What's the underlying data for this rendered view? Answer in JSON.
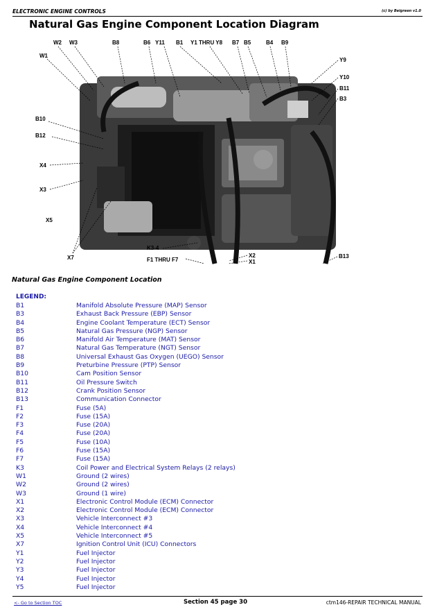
{
  "header": {
    "section": "ELECTRONIC ENGINE CONTROLS",
    "credit": "(c) by Beigreen v1.0"
  },
  "title": "Natural Gas Engine Component Location Diagram",
  "callouts": [
    "W2",
    "W3",
    "W1",
    "B8",
    "B6",
    "Y11",
    "B1",
    "Y1 THRU Y8",
    "B7",
    "B5",
    "B4",
    "B9",
    "Y9",
    "Y10",
    "B11",
    "B3",
    "B10",
    "B12",
    "X4",
    "X3",
    "X5",
    "X7",
    "K3-4",
    "F1 THRU F7",
    "X2",
    "X1",
    "B13"
  ],
  "caption": "Natural Gas Engine Component Location",
  "legend": {
    "heading": "LEGEND:",
    "items": [
      {
        "code": "B1",
        "desc": "Manifold Absolute Pressure (MAP) Sensor"
      },
      {
        "code": "B3",
        "desc": "Exhaust Back Pressure (EBP) Sensor"
      },
      {
        "code": "B4",
        "desc": "Engine Coolant Temperature (ECT) Sensor"
      },
      {
        "code": "B5",
        "desc": "Natural Gas Pressure (NGP) Sensor"
      },
      {
        "code": "B6",
        "desc": "Manifold Air Temperature (MAT) Sensor"
      },
      {
        "code": "B7",
        "desc": "Natural Gas Temperature (NGT) Sensor"
      },
      {
        "code": "B8",
        "desc": "Universal Exhaust Gas Oxygen (UEGO) Sensor"
      },
      {
        "code": "B9",
        "desc": "Preturbine Pressure (PTP) Sensor"
      },
      {
        "code": "B10",
        "desc": "Cam Position Sensor"
      },
      {
        "code": "B11",
        "desc": "Oil Pressure Switch"
      },
      {
        "code": "B12",
        "desc": "Crank Position Sensor"
      },
      {
        "code": "B13",
        "desc": "Communication Connector"
      },
      {
        "code": "F1",
        "desc": "Fuse (5A)"
      },
      {
        "code": "F2",
        "desc": "Fuse (15A)"
      },
      {
        "code": "F3",
        "desc": "Fuse (20A)"
      },
      {
        "code": "F4",
        "desc": "Fuse (20A)"
      },
      {
        "code": "F5",
        "desc": "Fuse (10A)"
      },
      {
        "code": "F6",
        "desc": "Fuse (15A)"
      },
      {
        "code": "F7",
        "desc": "Fuse (15A)"
      },
      {
        "code": "K3",
        "desc": "Coil Power and Electrical System Relays (2 relays)"
      },
      {
        "code": "W1",
        "desc": "Ground (2 wires)"
      },
      {
        "code": "W2",
        "desc": "Ground (2 wires)"
      },
      {
        "code": "W3",
        "desc": "Ground (1 wire)"
      },
      {
        "code": "X1",
        "desc": "Electronic Control Module (ECM) Connector"
      },
      {
        "code": "X2",
        "desc": "Electronic Control Module (ECM) Connector"
      },
      {
        "code": "X3",
        "desc": "Vehicle Interconnect #3"
      },
      {
        "code": "X4",
        "desc": "Vehicle Interconnect #4"
      },
      {
        "code": "X5",
        "desc": "Vehicle Interconnect #5"
      },
      {
        "code": "X7",
        "desc": "Ignition Control Unit (ICU) Connectors"
      },
      {
        "code": "Y1",
        "desc": "Fuel Injector"
      },
      {
        "code": "Y2",
        "desc": "Fuel Injector"
      },
      {
        "code": "Y3",
        "desc": "Fuel Injector"
      },
      {
        "code": "Y4",
        "desc": "Fuel Injector"
      },
      {
        "code": "Y5",
        "desc": "Fuel Injector"
      }
    ]
  },
  "footer": {
    "toc_link": "<- Go to Section TOC",
    "page": "Section 45 page 30",
    "manual": "ctm146-REPAIR TECHNICAL MANUAL"
  }
}
